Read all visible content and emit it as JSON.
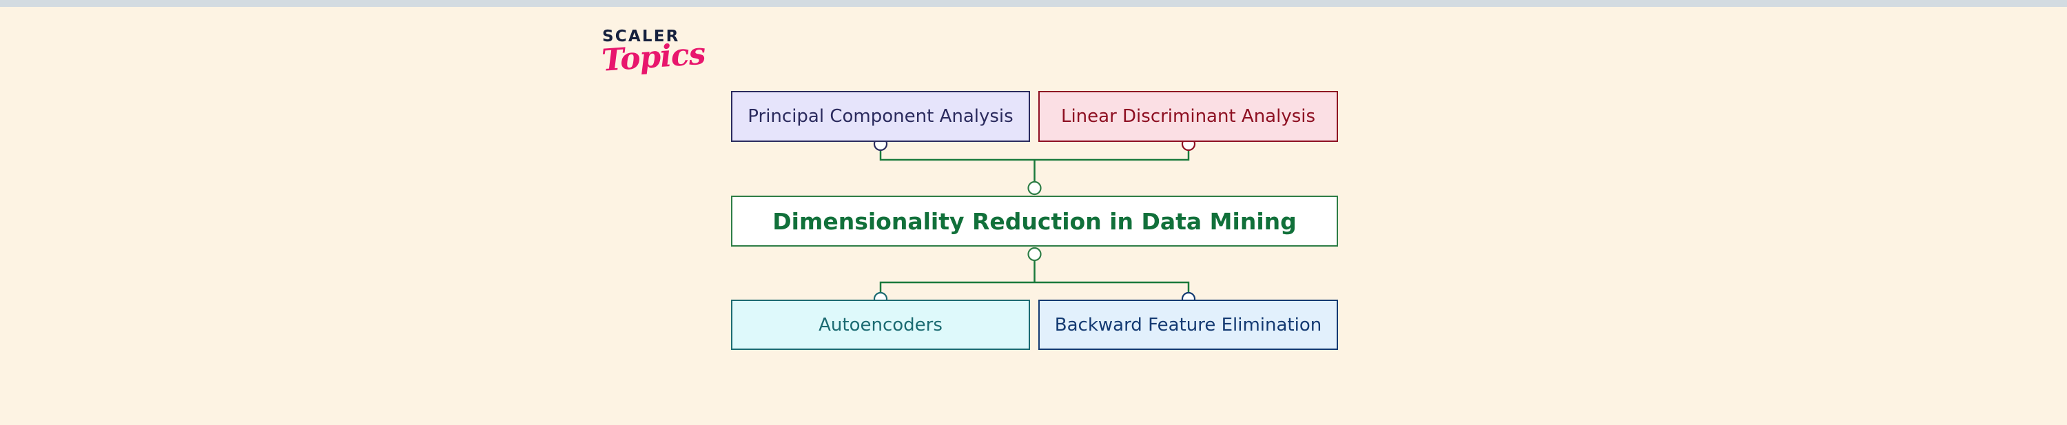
{
  "page": {
    "background_color": "#fdf3e3",
    "top_strip_color": "#d3dbe1"
  },
  "logo": {
    "wordmark": "SCALER",
    "script": "Topics",
    "wordmark_color": "#16213e",
    "script_color": "#e8166d"
  },
  "diagram": {
    "type": "mind-map",
    "center": {
      "label": "Dimensionality Reduction in Data Mining",
      "fill": "#ffffff",
      "border": "#2e7d46",
      "text_color": "#11703a"
    },
    "branches_top": [
      {
        "label": "Principal Component Analysis",
        "fill": "#e6e4fb",
        "border": "#2b2b5e",
        "text_color": "#2b2b5e"
      },
      {
        "label": "Linear Discriminant Analysis",
        "fill": "#fbdfe4",
        "border": "#8e1022",
        "text_color": "#8e1022"
      }
    ],
    "branches_bottom": [
      {
        "label": "Autoencoders",
        "fill": "#def9fb",
        "border": "#1c6b72",
        "text_color": "#1c6b72"
      },
      {
        "label": "Backward Feature Elimination",
        "fill": "#e2f0fc",
        "border": "#143a72",
        "text_color": "#143a72"
      }
    ],
    "connector_color": "#1a7a3c"
  }
}
